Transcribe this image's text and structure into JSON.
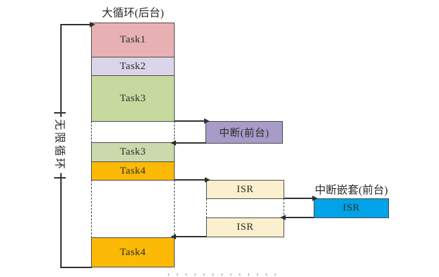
{
  "diagram": {
    "title": "大循环(后台)",
    "infinite_loop_label": "无限循环",
    "background_column": {
      "segments": [
        {
          "label": "Task1"
        },
        {
          "label": "Task2"
        },
        {
          "label": "Task3"
        },
        {
          "label": "Task3"
        },
        {
          "label": "Task4"
        },
        {
          "label": "Task4"
        }
      ]
    },
    "foreground": {
      "interrupt_label": "中断(前台)",
      "isr_first_label": "ISR",
      "isr_second_label": "ISR",
      "nested_title": "中断嵌套(前台)",
      "nested_isr_label": "ISR"
    },
    "colors": {
      "task1": "#e7b1b3",
      "task2": "#dbd5e9",
      "task3": "#c6da9f",
      "task3_resumed": "#cbd9ad",
      "task4": "#fcb905",
      "interrupt": "#a79bc8",
      "isr": "#fbf0cd",
      "nested_isr": "#00a3e8",
      "line": "#2e2e2e"
    }
  }
}
